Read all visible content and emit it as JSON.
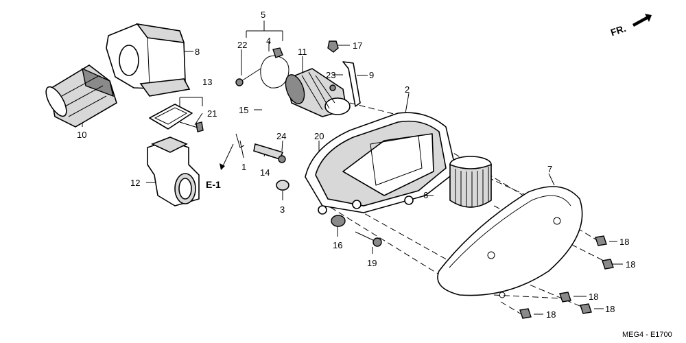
{
  "callouts": {
    "c1": "1",
    "c2": "2",
    "c3": "3",
    "c4": "4",
    "c5": "5",
    "c6": "6",
    "c7": "7",
    "c8": "8",
    "c9": "9",
    "c10": "10",
    "c11": "11",
    "c12": "12",
    "c13": "13",
    "c14": "14",
    "c15": "15",
    "c16": "16",
    "c17": "17",
    "c19": "19",
    "c20": "20",
    "c21": "21",
    "c22": "22",
    "c23": "23",
    "c24": "24",
    "c18a": "18",
    "c18b": "18",
    "c18c": "18",
    "c18d": "18",
    "c18e": "18"
  },
  "ref_label": "E-1",
  "direction_label": "FR.",
  "diagram_code": "MEG4 - E1700"
}
